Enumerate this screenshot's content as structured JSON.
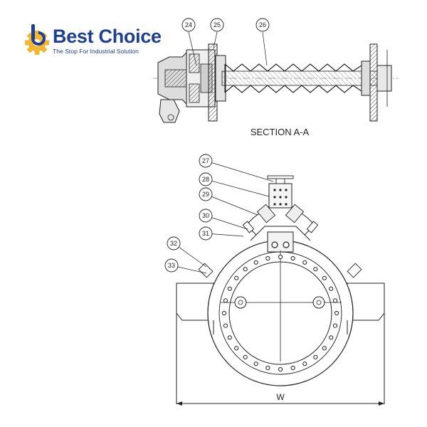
{
  "logo": {
    "word1": "Best",
    "word2": "Choice",
    "tagline": "The Stop For Industrial Solution",
    "colors": {
      "primary": "#1f3f8f",
      "accent": "#f2b632"
    }
  },
  "section_title": "SECTION A-A",
  "callouts_top": [
    "24",
    "25",
    "26"
  ],
  "callouts_bottom": [
    "27",
    "28",
    "29",
    "30",
    "31",
    "32",
    "33"
  ],
  "dimension_label": "W"
}
